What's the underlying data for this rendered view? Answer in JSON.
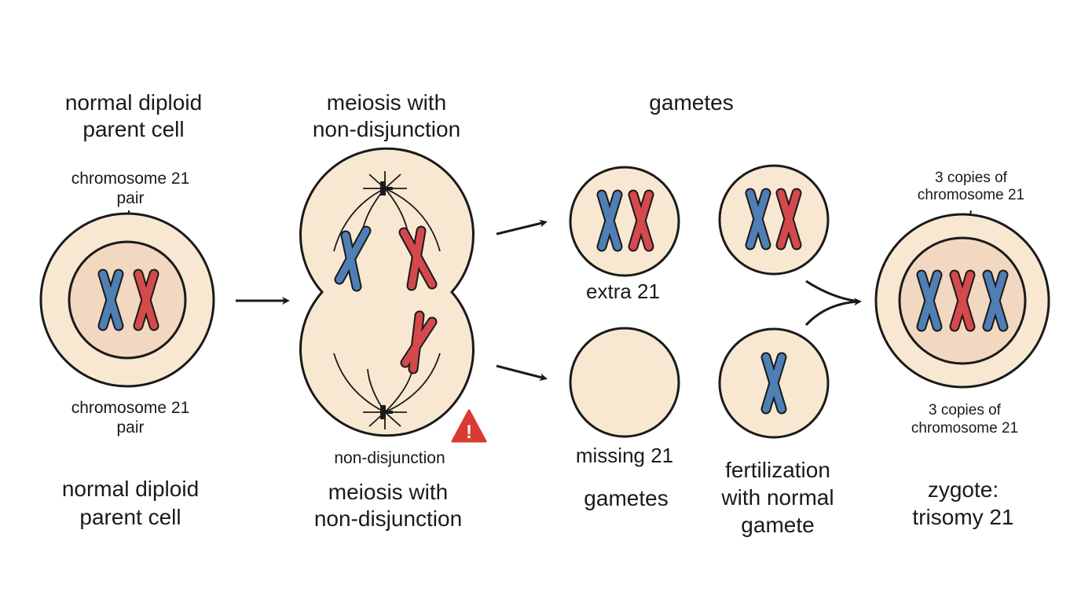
{
  "colors": {
    "cell_fill": "#f8e8d2",
    "nucleus_fill": "#f2d8c0",
    "outline": "#1a1a1a",
    "chromosome_blue": "#4f7fb4",
    "chromosome_red": "#d4494c",
    "warning_red": "#d93a32"
  },
  "labels": {
    "parent_top_line1": "normal diploid",
    "parent_top_line2": "parent cell",
    "parent_pair_top_line1": "chromosome 21",
    "parent_pair_top_line2": "pair",
    "parent_pair_bottom_line1": "chromosome 21",
    "parent_pair_bottom_line2": "pair",
    "parent_bottom_line1": "normal diploid",
    "parent_bottom_line2": "parent cell",
    "meiosis_top_line1": "meiosis with",
    "meiosis_top_line2": "non-disjunction",
    "nondisjunction_note": "non-disjunction",
    "meiosis_bottom_line1": "meiosis with",
    "meiosis_bottom_line2": "non-disjunction",
    "gametes_top": "gametes",
    "extra_21": "extra 21",
    "missing_21": "missing 21",
    "gametes_bottom": "gametes",
    "fertilization_line1": "fertilization",
    "fertilization_line2": "with normal",
    "fertilization_line3": "gamete",
    "zygote_top_line1": "3 copies of",
    "zygote_top_line2": "chromosome 21",
    "zygote_bottom_line1": "3 copies of",
    "zygote_bottom_line2": "chromosome 21",
    "zygote_title_line1": "zygote:",
    "zygote_title_line2": "trisomy 21"
  },
  "icons": {
    "warning": "warning-triangle-icon",
    "warning_glyph": "!"
  }
}
